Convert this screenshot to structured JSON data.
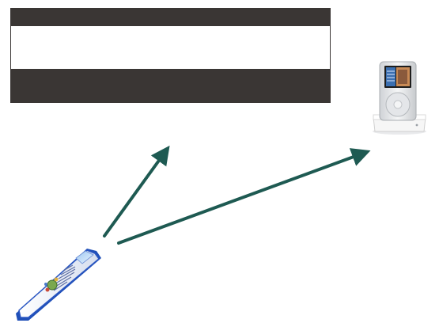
{
  "colors": {
    "screen_band": "#3a3634",
    "screen_center": "#ffffff",
    "arrow": "#1e5a52",
    "ipod_body": "#e6e8ea",
    "dock": "#f4f4f4",
    "remote_blue": "#1f4fb8",
    "remote_body": "#eef2fa"
  },
  "elements": {
    "screen": "display-screen",
    "media_player": "ipod-in-dock",
    "remote": "remote-control",
    "arrows": [
      "arrow-to-screen",
      "arrow-to-media-player"
    ]
  }
}
